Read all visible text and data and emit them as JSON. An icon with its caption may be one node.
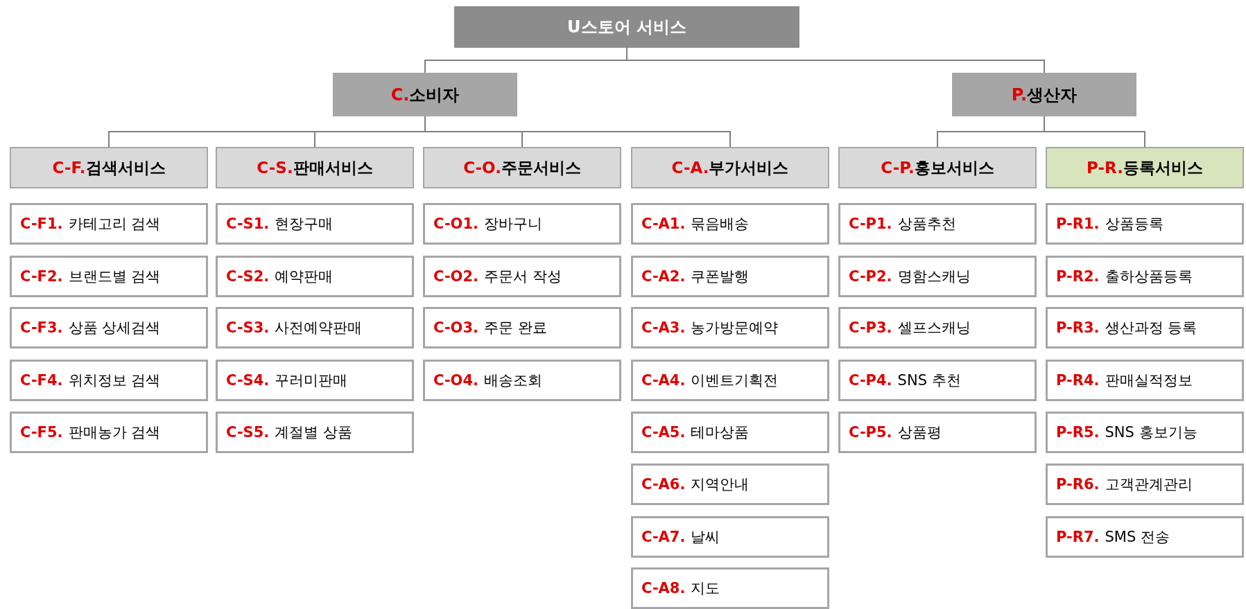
{
  "diagram": {
    "nodes": [
      {
        "text": [
          "U스토어 서비스"
        ]
      },
      {
        "text": [
          "C.",
          "소비자"
        ]
      },
      {
        "text": [
          "P.",
          "생산자"
        ]
      },
      {
        "text": [
          "C-F.",
          "검색서비스"
        ]
      },
      {
        "text": [
          "C-S.",
          "판매서비스"
        ]
      },
      {
        "text": [
          "C-O.",
          "주문서비스"
        ]
      },
      {
        "text": [
          "C-A.",
          "부가서비스"
        ]
      },
      {
        "text": [
          "C-P.",
          "홍보서비스"
        ]
      },
      {
        "text": [
          "P-R.",
          "등록서비스"
        ]
      },
      {
        "text": [
          "C-F1.",
          "카테고리 검색"
        ]
      },
      {
        "text": [
          "C-F2.",
          "브랜드별 검색"
        ]
      },
      {
        "text": [
          "C-F3.",
          "상품 상세검색"
        ]
      },
      {
        "text": [
          "C-F4.",
          "위치정보 검색"
        ]
      },
      {
        "text": [
          "C-F5.",
          "판매농가 검색"
        ]
      },
      {
        "text": [
          "C-S1.",
          "현장구매"
        ]
      },
      {
        "text": [
          "C-S2.",
          "예약판매"
        ]
      },
      {
        "text": [
          "C-S3.",
          "사전예약판매"
        ]
      },
      {
        "text": [
          "C-S4.",
          "꾸러미판매"
        ]
      },
      {
        "text": [
          "C-S5.",
          "계절별 상품"
        ]
      },
      {
        "text": [
          "C-O1.",
          "장바구니"
        ]
      },
      {
        "text": [
          "C-O2.",
          "주문서 작성"
        ]
      },
      {
        "text": [
          "C-O3.",
          "주문 완료"
        ]
      },
      {
        "text": [
          "C-O4.",
          "배송조회"
        ]
      },
      {
        "text": [
          "C-A1.",
          "묶음배송"
        ]
      },
      {
        "text": [
          "C-A2.",
          "쿠폰발행"
        ]
      },
      {
        "text": [
          "C-A3.",
          "농가방문예약"
        ]
      },
      {
        "text": [
          "C-A4.",
          "이벤트기획전"
        ]
      },
      {
        "text": [
          "C-A5.",
          "테마상품"
        ]
      },
      {
        "text": [
          "C-A6.",
          "지역안내"
        ]
      },
      {
        "text": [
          "C-A7.",
          "날씨"
        ]
      },
      {
        "text": [
          "C-A8.",
          "지도"
        ]
      },
      {
        "text": [
          "C-P1.",
          "상품추천"
        ]
      },
      {
        "text": [
          "C-P2.",
          "명함스캐닝"
        ]
      },
      {
        "text": [
          "C-P3.",
          "셀프스캐닝"
        ]
      },
      {
        "text": [
          "C-P4.",
          "SNS 추천"
        ]
      },
      {
        "text": [
          "C-P5.",
          "상품평"
        ]
      },
      {
        "text": [
          "P-R1.",
          "상품등록"
        ]
      },
      {
        "text": [
          "P-R2.",
          "출하상품등록"
        ]
      },
      {
        "text": [
          "P-R3.",
          "생산과정 등록"
        ]
      },
      {
        "text": [
          "P-R4.",
          "판매실적정보"
        ]
      },
      {
        "text": [
          "P-R5.",
          "SNS 홍보기능"
        ]
      },
      {
        "text": [
          "P-R6.",
          "고객관계관리"
        ]
      },
      {
        "text": [
          "P-R7.",
          "SMS 전송"
        ]
      }
    ],
    "edges": [
      {
        "from": 0,
        "to": 1,
        "arrow": "none"
      },
      {
        "from": 0,
        "to": 2,
        "arrow": "none"
      },
      {
        "from": 1,
        "to": 3,
        "arrow": "none"
      },
      {
        "from": 1,
        "to": 4,
        "arrow": "none"
      },
      {
        "from": 1,
        "to": 5,
        "arrow": "none"
      },
      {
        "from": 1,
        "to": 6,
        "arrow": "none"
      },
      {
        "from": 2,
        "to": 7,
        "arrow": "none"
      },
      {
        "from": 2,
        "to": 8,
        "arrow": "none"
      }
    ]
  }
}
